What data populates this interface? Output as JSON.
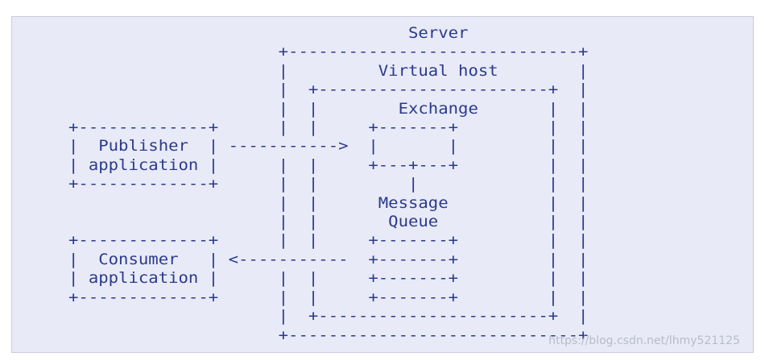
{
  "diagram": {
    "lines": [
      "                                  Server",
      "                     +-----------------------------+",
      "                     |         Virtual host        |",
      "                     |  +-----------------------+  |",
      "                     |  |        Exchange       |  |",
      "+-------------+      |  |     +-------+         |  |",
      "|  Publisher  | ----------->  |       |         |  |",
      "| application |      |  |     +---+---+         |  |",
      "+-------------+      |  |         |             |  |",
      "                     |  |      Message          |  |",
      "                     |  |       Queue           |  |",
      "+-------------+      |  |     +-------+         |  |",
      "|  Consumer   | <-----------  +-------+         |  |",
      "| application |      |  |     +-------+         |  |",
      "+-------------+      |  |     +-------+         |  |",
      "                     |  +-----------------------+  |",
      "                     +-----------------------------+"
    ]
  },
  "watermark": "https://blog.csdn.net/lhmy521125"
}
